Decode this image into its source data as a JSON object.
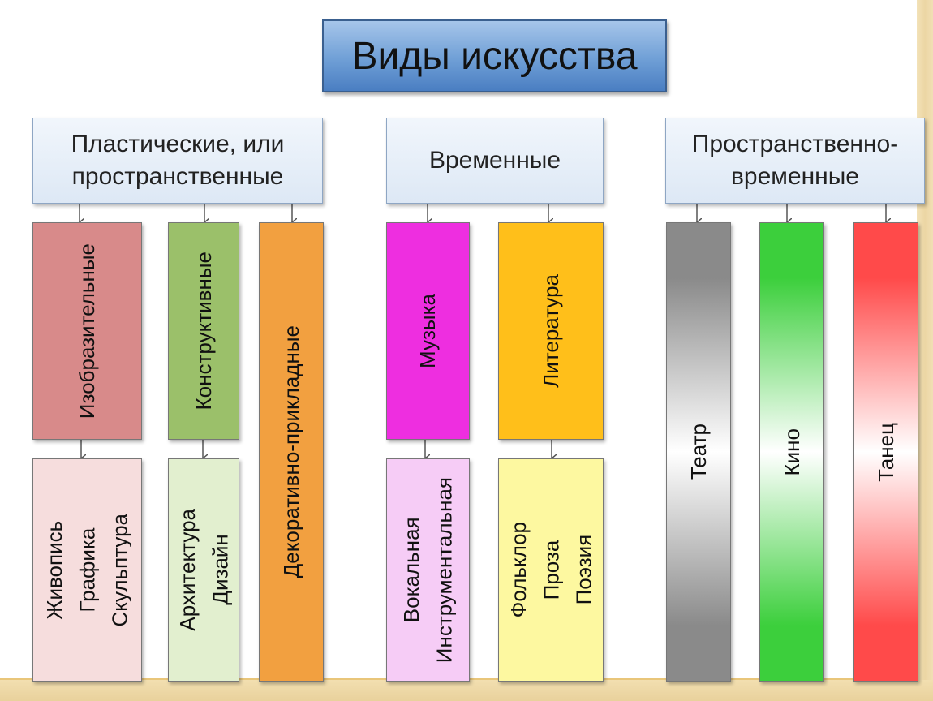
{
  "title": "Виды искусства",
  "categories": {
    "plastic": "Пластические, или\nпространственные",
    "temporal": "Временные",
    "spatiotemporal": "Пространственно-\nвременные"
  },
  "types": {
    "fine": "Изобразительные",
    "constructive": "Конструктивные",
    "decorative": "Декоративно-прикладные",
    "music": "Музыка",
    "literature": "Литература",
    "theatre": "Театр",
    "cinema": "Кино",
    "dance": "Танец"
  },
  "subtypes": {
    "fine": "Живопись\nГрафика\nСкульптура",
    "constructive": "Архитектура\nДизайн",
    "music": "Вокальная\nИнструментальная",
    "literature": "Фольклор\nПроза\nПоэзия"
  },
  "colors": {
    "fine": "#d88a8a",
    "constructive": "#9bc06a",
    "decorative": "#f2a040",
    "music": "#ee2ee0",
    "literature": "#ffbf1a",
    "theatre": "#8a8a8a",
    "cinema": "#3ccf3c",
    "dance": "#ff4a4a",
    "fine_sub": "#f6dddd",
    "constructive_sub": "#e2efcf",
    "music_sub": "#f6ccf6",
    "literature_sub": "#fdf8a0"
  }
}
